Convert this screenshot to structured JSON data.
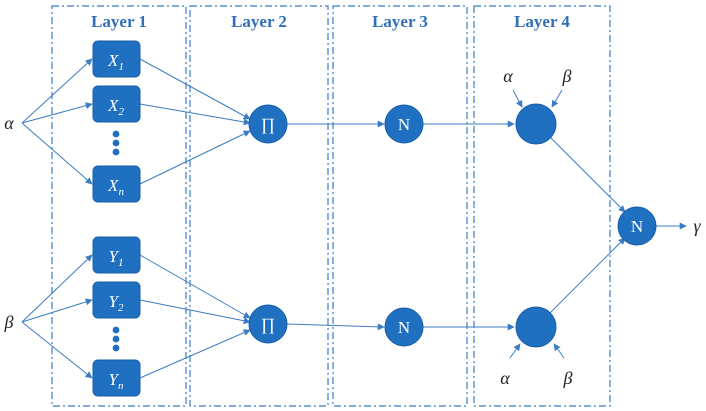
{
  "layers": [
    {
      "title": "Layer 1"
    },
    {
      "title": "Layer 2"
    },
    {
      "title": "Layer 3"
    },
    {
      "title": "Layer 4"
    }
  ],
  "inputs": {
    "alpha": "α",
    "beta": "β"
  },
  "membership_x": [
    {
      "base": "X",
      "sub": "1"
    },
    {
      "base": "X",
      "sub": "2"
    },
    {
      "base": "X",
      "sub": "n"
    }
  ],
  "membership_y": [
    {
      "base": "Y",
      "sub": "1"
    },
    {
      "base": "Y",
      "sub": "2"
    },
    {
      "base": "Y",
      "sub": "n"
    }
  ],
  "product_node_label": "∏",
  "norm_node_label": "N",
  "layer4_params": {
    "alpha": "α",
    "beta": "β"
  },
  "output": {
    "node_label": "N",
    "symbol": "γ"
  }
}
